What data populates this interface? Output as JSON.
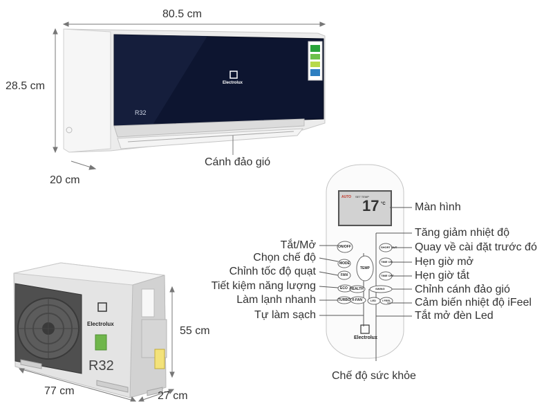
{
  "dimensions": {
    "indoor_width": "80.5 cm",
    "indoor_height": "28.5 cm",
    "indoor_depth": "20 cm",
    "outdoor_height": "55 cm",
    "outdoor_width": "77 cm",
    "outdoor_depth": "27 cm"
  },
  "indoor_unit": {
    "brand": "Electrolux",
    "refrigerant": "R32",
    "louver_label": "Cánh đảo gió"
  },
  "outdoor_unit": {
    "brand": "Electrolux",
    "refrigerant": "R32"
  },
  "remote": {
    "brand": "Electrolux",
    "display_temp": "17",
    "display_unit": "°C",
    "display_mode": "AUTO",
    "display_note": "SET TEMP",
    "buttons": {
      "on_off": "ON/OFF",
      "mode": "MODE",
      "fan": "FAN",
      "eco": "ECO",
      "health": "HEALTH",
      "turbo": "TURBO",
      "xfan": "X-FAN",
      "temp": "TEMP",
      "short_cut": "SHORT CUT",
      "timer_on": "TIME ON",
      "timer_off": "TIME OFF",
      "swing": "SWING",
      "led": "LED",
      "ifeel": "I FEEL"
    }
  },
  "callouts": {
    "screen": "Màn hình",
    "temp_adjust": "Tăng giảm nhiệt độ",
    "shortcut": "Quay về cài đặt trước đó",
    "timer_on": "Hẹn giờ mở",
    "timer_off": "Hẹn giờ tắt",
    "swing": "Chỉnh cánh đảo gió",
    "ifeel": "Cảm biến nhiệt độ iFeel",
    "led": "Tắt mở đèn Led",
    "power": "Tắt/Mở",
    "mode": "Chọn chế độ",
    "fan": "Chỉnh tốc độ quạt",
    "eco": "Tiết kiệm năng lượng",
    "turbo": "Làm lạnh nhanh",
    "clean": "Tự làm sạch",
    "health": "Chế độ sức khỏe"
  }
}
